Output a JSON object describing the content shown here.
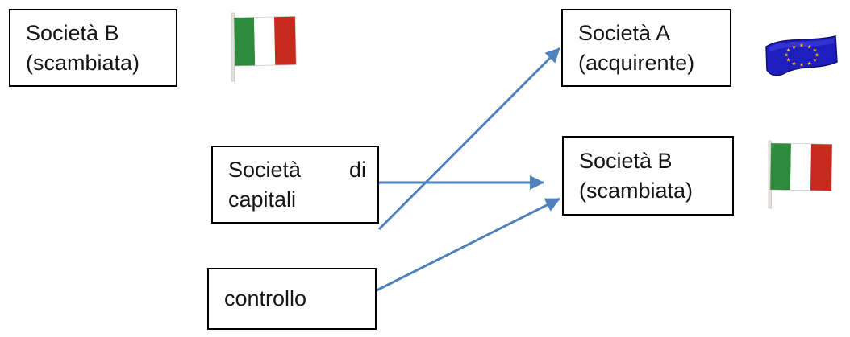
{
  "colors": {
    "arrow": "#4F81BD",
    "box_border": "#000000",
    "box_fill": "#FFFFFF",
    "text": "#151515",
    "italy_green": "#2E8B3E",
    "italy_white": "#FFFFFF",
    "italy_red": "#C8291D",
    "flag_pole": "#E3E0DA",
    "eu_blue": "#1E1EBE",
    "eu_star": "#FFCC00"
  },
  "boxes": {
    "societa_b_left": {
      "line1": "Società B",
      "line2": "(scambiata)"
    },
    "societa_a": {
      "line1": "Società A",
      "line2": "(acquirente)"
    },
    "societa_di_capitali": {
      "line1_word1": "Società",
      "line1_word2": "di",
      "line2": "capitali"
    },
    "societa_b_right": {
      "line1": "Società B",
      "line2": "(scambiata)"
    },
    "controllo": {
      "line1": "controllo"
    }
  },
  "flags": {
    "top_left": "italy-flag",
    "top_right": "eu-flag",
    "middle_right": "italy-flag"
  },
  "icons": {
    "star": "★"
  }
}
